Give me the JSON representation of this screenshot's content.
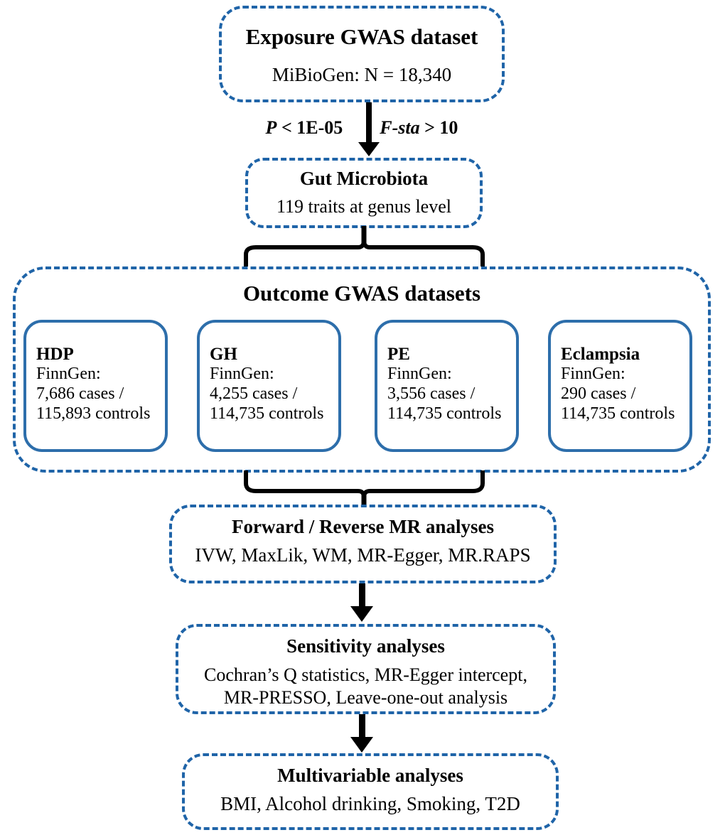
{
  "diagram": {
    "accent_blue": "#1f64a8",
    "box_blue": "#2d6eab",
    "connector_black": "#000000",
    "exposure": {
      "title": "Exposure GWAS dataset",
      "subtitle": "MiBioGen: N = 18,340"
    },
    "filter_labels": {
      "left": "P < 1E-05",
      "left_italic": "P",
      "left_rest": " < 1E-05",
      "right_italic": "F-sta",
      "right_rest": " > 10",
      "right": "F-sta > 10"
    },
    "gut": {
      "title": "Gut Microbiota",
      "subtitle": "119 traits at genus level"
    },
    "outcome": {
      "title": "Outcome GWAS datasets",
      "datasets": [
        {
          "name": "HDP",
          "source": "FinnGen:",
          "cases": "7,686 cases /",
          "controls": "115,893 controls"
        },
        {
          "name": "GH",
          "source": "FinnGen:",
          "cases": "4,255 cases /",
          "controls": "114,735 controls"
        },
        {
          "name": "PE",
          "source": "FinnGen:",
          "cases": "3,556 cases /",
          "controls": "114,735 controls"
        },
        {
          "name": "Eclampsia",
          "source": "FinnGen:",
          "cases": "290 cases /",
          "controls": "114,735 controls"
        }
      ]
    },
    "mr": {
      "title": "Forward / Reverse MR analyses",
      "methods": "IVW, MaxLik, WM, MR-Egger, MR.RAPS"
    },
    "sensitivity": {
      "title": "Sensitivity analyses",
      "line1": "Cochran’s Q statistics, MR-Egger intercept,",
      "line2": "MR-PRESSO, Leave-one-out analysis"
    },
    "multivariable": {
      "title": "Multivariable analyses",
      "covariates": "BMI, Alcohol drinking, Smoking, T2D"
    }
  }
}
